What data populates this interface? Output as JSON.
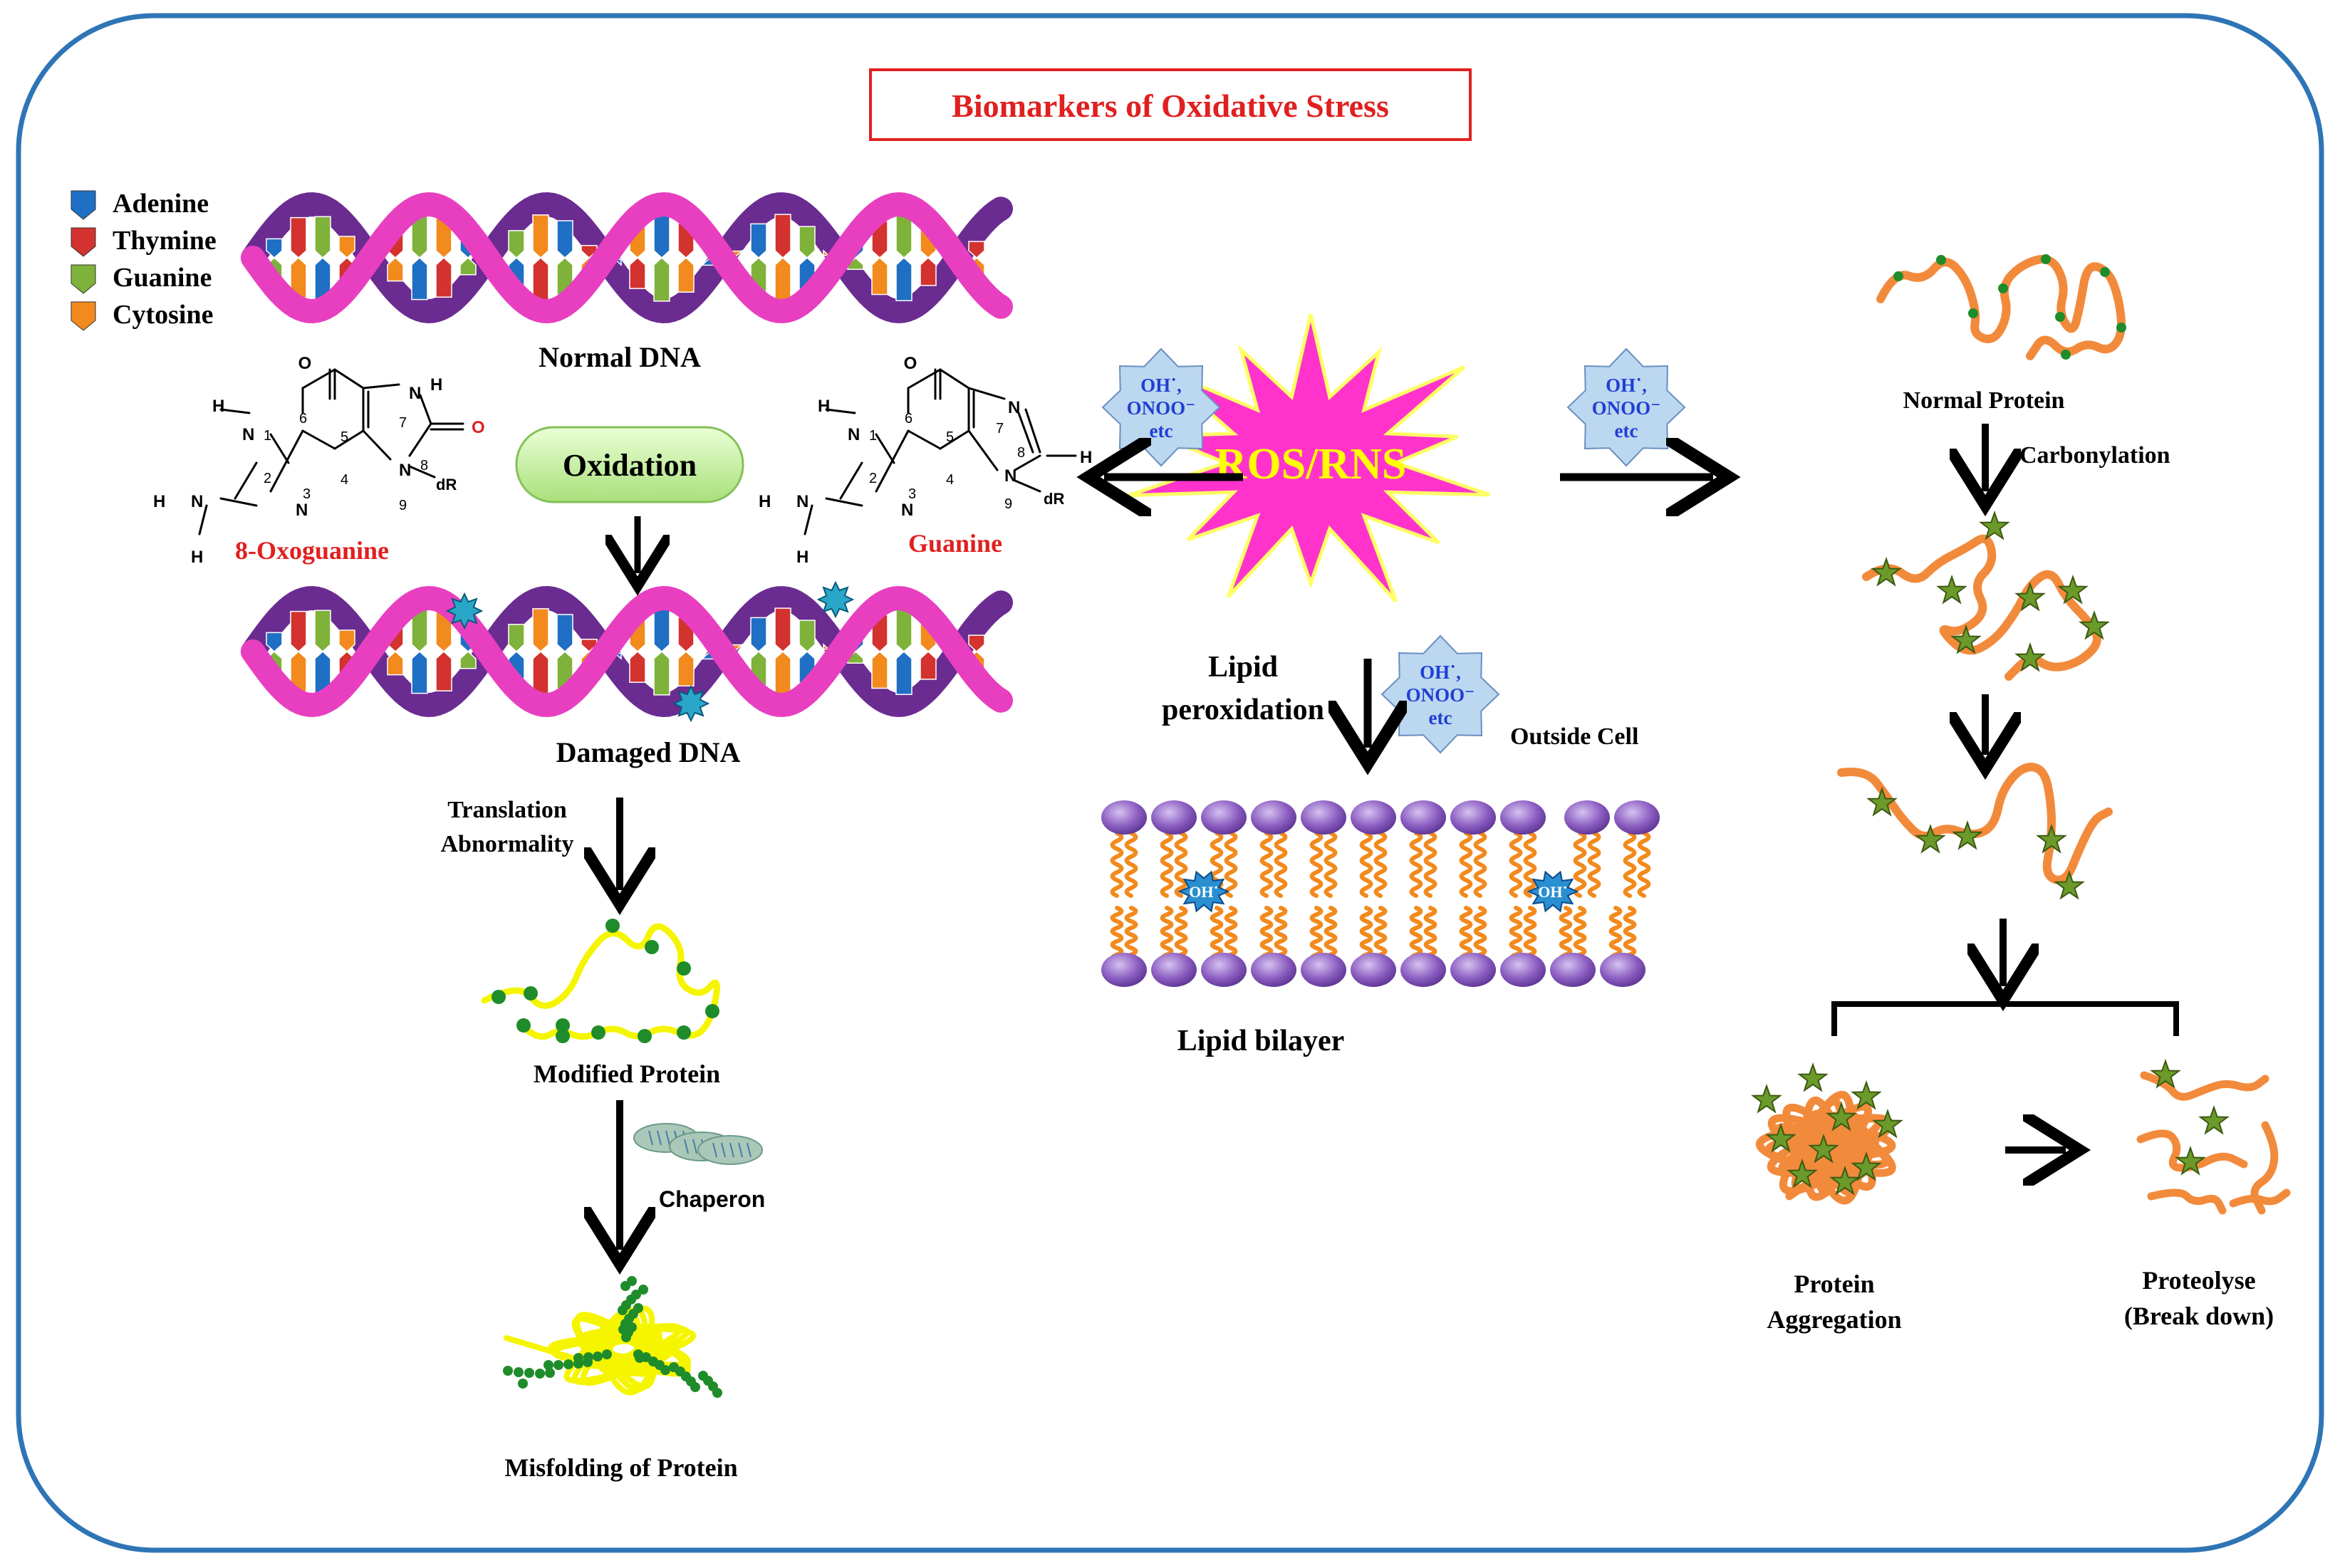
{
  "title": "Biomarkers  of Oxidative Stress",
  "legend": [
    {
      "label": "Adenine",
      "color": "#1f6fc4"
    },
    {
      "label": "Thymine",
      "color": "#d3322e"
    },
    {
      "label": "Guanine",
      "color": "#7fb23a"
    },
    {
      "label": "Cytosine",
      "color": "#f28a1d"
    }
  ],
  "dna": {
    "normal_label": "Normal DNA",
    "damaged_label": "Damaged DNA",
    "oxidation_label": "Oxidation",
    "oxoguanine_label": "8-Oxoguanine",
    "guanine_label": "Guanine",
    "ring_atoms": {
      "n1": "N",
      "n3": "N",
      "n7": "N",
      "n9": "N",
      "h": "H",
      "o": "O",
      "dr": "dR"
    },
    "ring_numbers": [
      "1",
      "2",
      "3",
      "4",
      "5",
      "6",
      "7",
      "8",
      "9"
    ]
  },
  "center": {
    "burst_label": "ROS/RNS",
    "radical_lines": [
      "OH˙,",
      "ONOO⁻",
      "etc"
    ],
    "lipid_label_1": "Lipid",
    "lipid_label_2": "peroxidation",
    "outside_cell": "Outside Cell",
    "membrane_radical": "OH˙",
    "lipid_bilayer": "Lipid bilayer"
  },
  "left_protein": {
    "translation_1": "Translation",
    "translation_2": "Abnormality",
    "modified": "Modified Protein",
    "chaperon": "Chaperon",
    "misfolding": "Misfolding  of  Protein"
  },
  "right_protein": {
    "normal": "Normal Protein",
    "carbonylation": "Carbonylation",
    "aggregation_1": "Protein",
    "aggregation_2": "Aggregation",
    "proteolyse_1": "Proteolyse",
    "proteolyse_2": "(Break down)"
  },
  "colors": {
    "frame": "#2e75b6",
    "title_red": "#e02020",
    "strand_pink": "#e83fc0",
    "strand_purple": "#6b2c91",
    "burst": "#ff33cc",
    "burst_text": "#ffff00",
    "radical_fill": "#bcd7f0",
    "radical_text": "#1f3fd4",
    "oxidation_green": "#c9f0a0",
    "membrane_head": "#8a5cc0",
    "lipid_tail": "#f28a1d",
    "protein_orange": "#f28a3c",
    "protein_yellow": "#f5f500",
    "dot_green": "#1e8c2a",
    "star_green": "#6b9a2a",
    "damage_teal": "#2aa6c8"
  }
}
